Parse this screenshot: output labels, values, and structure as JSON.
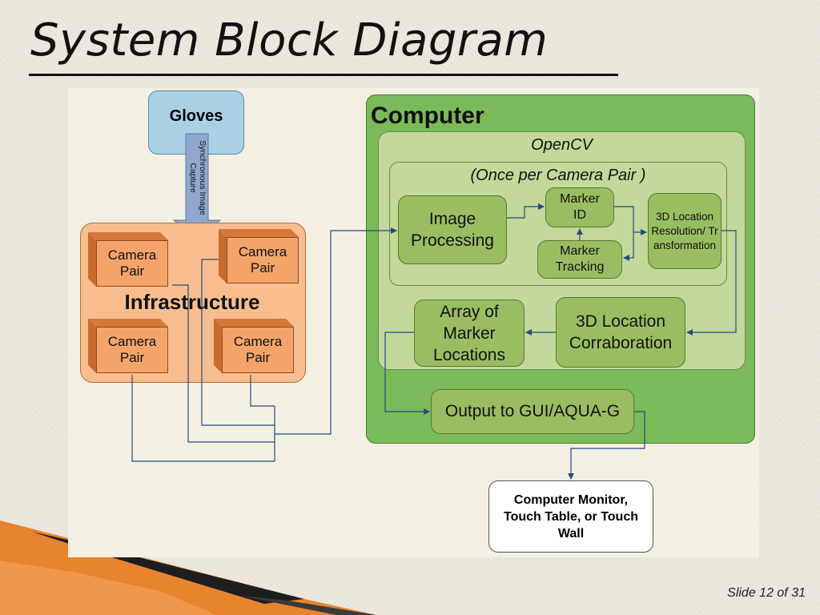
{
  "slide": {
    "title": "System Block Diagram",
    "number": "Slide 12 of 31"
  },
  "diagram": {
    "gloves": "Gloves",
    "capture_arrow": "Synchronous Image Capture",
    "infrastructure": "Infrastructure",
    "cameras": [
      "Camera Pair",
      "Camera Pair",
      "Camera Pair",
      "Camera Pair"
    ],
    "computer": "Computer",
    "opencv": "OpenCV",
    "per_pair": "(Once per Camera Pair )",
    "image_processing": "Image Processing",
    "marker_id": "Marker ID",
    "marker_tracking": "Marker Tracking",
    "location_resolution": "3D Location Resolution/ Transformation",
    "location_corroboration": "3D Location Corraboration",
    "array_locations": "Array of Marker Locations",
    "output_gui": "Output to GUI/AQUA-G",
    "monitor": "Computer Monitor, Touch Table, or Touch Wall"
  },
  "colors": {
    "gloves_fill": "#a9d1e3",
    "infrastructure_fill": "#f8be90",
    "camera_fill": "#f4a46b",
    "computer_fill": "#7aba5a",
    "opencv_fill": "#c3d89a",
    "inner_box_fill": "#9bbd62",
    "connector": "#254b80"
  }
}
